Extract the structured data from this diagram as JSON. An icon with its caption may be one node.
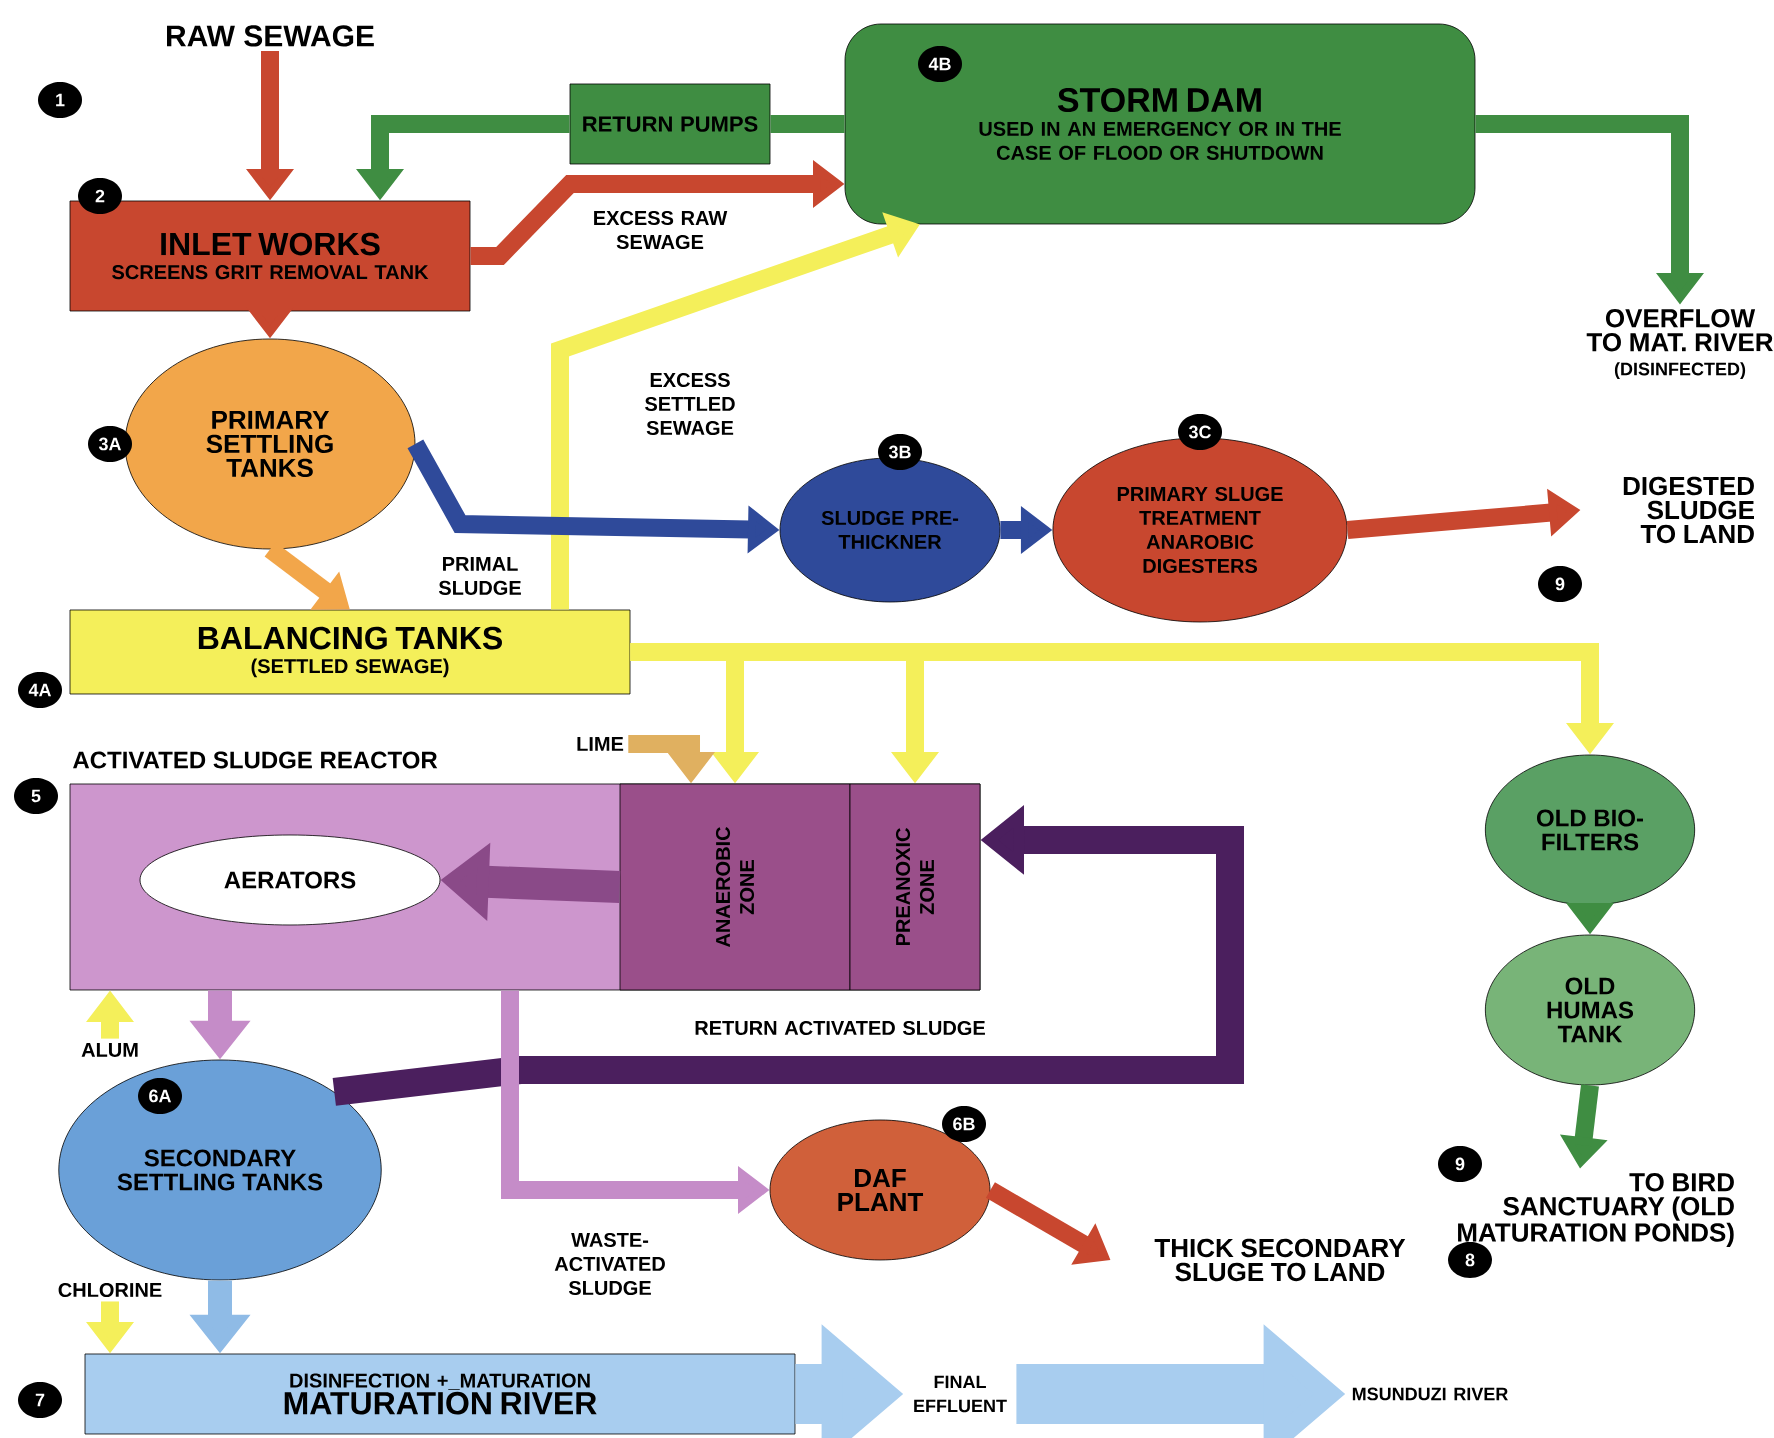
{
  "diagram": {
    "nodes": [
      {
        "text": [
          "RAW SEWAGE"
        ]
      },
      {
        "text": [
          "INLET WORKS",
          "SCREENS GRIT REMOVAL TANK"
        ],
        "beside": [
          "2"
        ]
      },
      {
        "text": [
          "RETURN PUMPS"
        ]
      },
      {
        "text": [
          "4B",
          "STORM DAM",
          "USED IN AN EMERGENCY OR IN THE CASE OF FLOOD OR SHUTDOWN"
        ]
      },
      {
        "text": [
          "OVERFLOW TO MAT. RIVER",
          "(DISINFECTED)"
        ]
      },
      {
        "text": [
          "PRIMARY SETTLING TANKS"
        ],
        "beside": [
          "3A"
        ]
      },
      {
        "text": [
          "SLUDGE PRE-THICKNER"
        ],
        "beside": [
          "3B"
        ]
      },
      {
        "text": [
          "PRIMARY SLUGE TREATMENT ANAROBIC DIGESTERS"
        ],
        "beside": [
          "3C"
        ]
      },
      {
        "text": [
          "DIGESTED SLUDGE TO LAND"
        ],
        "beside": [
          "9"
        ]
      },
      {
        "text": [
          "BALANCING TANKS",
          "(SETTLED SEWAGE)"
        ],
        "beside": [
          "4A"
        ]
      },
      {
        "text": [
          "ACTIVATED SLUDGE REACTOR"
        ],
        "beside": [
          "5"
        ]
      },
      {
        "text": [
          "AERATORS"
        ],
        "in": 10
      },
      {
        "text": [
          "ANAEROBIC ZONE"
        ],
        "in": 10
      },
      {
        "text": [
          "PREANOXIC ZONE"
        ],
        "in": 10
      },
      {
        "text": [
          "OLD BIO-FILTERS"
        ]
      },
      {
        "text": [
          "OLD HUMAS TANK"
        ]
      },
      {
        "text": [
          "TO BIRD SANCTUARY (OLD MATURATION PONDS)"
        ],
        "beside": [
          "9"
        ]
      },
      {
        "text": [
          "6A",
          "SECONDARY SETTLING TANKS"
        ]
      },
      {
        "text": [
          "DAF PLANT"
        ],
        "beside": [
          "6B"
        ]
      },
      {
        "text": [
          "THICK SECONDARY SLUGE TO LAND"
        ]
      },
      {
        "text": [
          "DISINFECTION +_MATURATION",
          "MATURATION RIVER"
        ],
        "beside": [
          "7"
        ]
      },
      {
        "text": [
          "FINAL EFFLUENT"
        ]
      },
      {
        "text": [
          "MSUNDUZI RIVER"
        ]
      },
      {
        "text": [
          "LIME"
        ]
      },
      {
        "text": [
          "ALUM"
        ]
      },
      {
        "text": [
          "CHLORINE"
        ]
      }
    ],
    "edges": [
      {
        "from": 0,
        "to": 1,
        "arrow": "to",
        "color": "#c8472f"
      },
      {
        "from": 3,
        "to": 2,
        "arrow": "none",
        "color": "#3f8d42"
      },
      {
        "from": 2,
        "to": 1,
        "arrow": "to",
        "color": "#3f8d42"
      },
      {
        "from": 1,
        "to": 3,
        "arrow": "to",
        "label": "EXCESS RAW SEWAGE",
        "color": "#c8472f"
      },
      {
        "from": 9,
        "to": 3,
        "arrow": "to",
        "label": "EXCESS SETTLED SEWAGE",
        "color": "#f4ef5a"
      },
      {
        "from": 1,
        "to": 5,
        "arrow": "to",
        "color": "#c8472f"
      },
      {
        "from": 5,
        "to": 9,
        "arrow": "to",
        "color": "#f2a64a"
      },
      {
        "from": 5,
        "to": 6,
        "arrow": "to",
        "label": "PRIMAL SLUDGE",
        "color": "#2f4a9a"
      },
      {
        "from": 6,
        "to": 7,
        "arrow": "to",
        "color": "#2f4a9a"
      },
      {
        "from": 7,
        "to": 8,
        "arrow": "to",
        "color": "#c8472f"
      },
      {
        "from": 3,
        "to": 4,
        "arrow": "to",
        "color": "#3f8d42"
      },
      {
        "from": 9,
        "to": 12,
        "arrow": "to",
        "color": "#f4ef5a"
      },
      {
        "from": 9,
        "to": 13,
        "arrow": "to",
        "color": "#f4ef5a"
      },
      {
        "from": 9,
        "to": 14,
        "arrow": "to",
        "color": "#f4ef5a"
      },
      {
        "from": 23,
        "to": 12,
        "arrow": "to",
        "color": "#e0b060"
      },
      {
        "from": 12,
        "to": 11,
        "arrow": "to",
        "color": "#8a4a88"
      },
      {
        "from": 10,
        "to": 17,
        "arrow": "to",
        "color": "#c58cc8"
      },
      {
        "from": 24,
        "to": 10,
        "arrow": "to",
        "color": "#f4ef5a"
      },
      {
        "from": 17,
        "to": 13,
        "arrow": "to",
        "label": "RETURN ACTIVATED SLUDGE",
        "color": "#4b1f5e"
      },
      {
        "from": 10,
        "to": 18,
        "arrow": "to",
        "label": "WASTE-ACTIVATED SLUDGE",
        "color": "#c58cc8"
      },
      {
        "from": 18,
        "to": 19,
        "arrow": "to",
        "color": "#c8472f"
      },
      {
        "from": 14,
        "to": 15,
        "arrow": "to",
        "color": "#3f8d42"
      },
      {
        "from": 15,
        "to": 16,
        "arrow": "to",
        "color": "#3f8d42"
      },
      {
        "from": 17,
        "to": 20,
        "arrow": "to",
        "color": "#8fbbe6"
      },
      {
        "from": 25,
        "to": 20,
        "arrow": "to",
        "color": "#f4ef5a"
      },
      {
        "from": 20,
        "to": 21,
        "arrow": "to",
        "style": "thick",
        "color": "#a8cdef"
      },
      {
        "from": 21,
        "to": 22,
        "arrow": "to",
        "style": "thick",
        "color": "#a8cdef"
      }
    ],
    "labels": [
      "1",
      "8"
    ]
  }
}
